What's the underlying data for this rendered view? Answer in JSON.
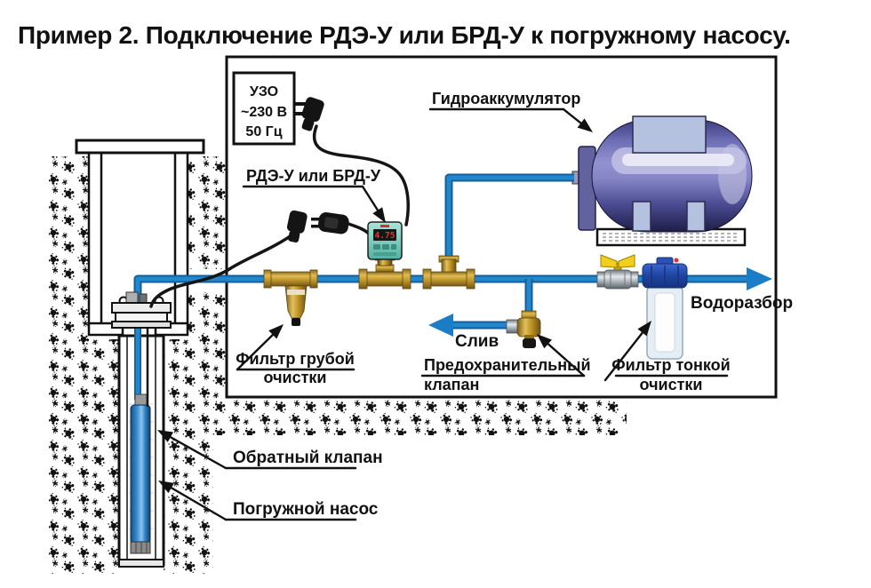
{
  "title": "Пример 2. Подключение РДЭ-У или БРД-У к погружному насосу.",
  "diagram": {
    "uzo": {
      "line1": "УЗО",
      "line2": "~230 В",
      "line3": "50 Гц"
    },
    "labels": {
      "hydroaccumulator": "Гидроаккумулятор",
      "pressure_switch": "РДЭ-У или БРД-У",
      "coarse_filter_1": "Фильтр грубой",
      "coarse_filter_2": "очистки",
      "drain": "Слив",
      "safety_valve_1": "Предохранительный",
      "safety_valve_2": "клапан",
      "fine_filter_1": "Фильтр тонкой",
      "fine_filter_2": "очистки",
      "water_outlet": "Водоразбор",
      "check_valve": "Обратный клапан",
      "submersible_pump": "Погружной насос"
    },
    "device_display": "4.75",
    "colors": {
      "pipe": "#1b7dc6",
      "pipe_dark": "#155f9c",
      "brass": "#c49a2e",
      "tank_body": "#7b7bc0",
      "tank_strap": "#b4c2e0",
      "valve_handle": "#f2cf1d",
      "device_face": "#8fd6c9",
      "device_digits": "#ff2a2a",
      "filter_cap": "#2a52b8",
      "ink": "#111111"
    }
  }
}
